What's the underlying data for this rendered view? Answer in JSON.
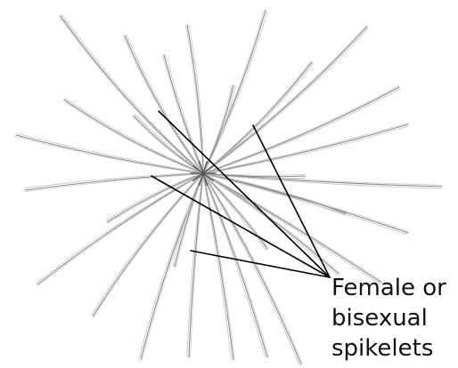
{
  "annotation": {
    "lines": [
      "Female or",
      "bisexual",
      "spikelets"
    ]
  },
  "colors": {
    "background": "#ffffff",
    "sketch": "#8a8a8a",
    "sketch_light": "#c4c4c4",
    "pointer": "#000000",
    "text": "#111111"
  }
}
